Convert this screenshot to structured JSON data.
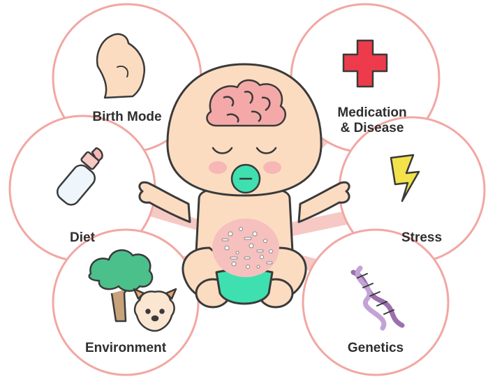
{
  "factors": {
    "birth_mode": "Birth Mode",
    "medication_line1": "Medication",
    "medication_line2": "& Disease",
    "diet": "Diet",
    "stress": "Stress",
    "environment": "Environment",
    "genetics": "Genetics"
  },
  "colors": {
    "ring": "#f2a7a3",
    "ray": "#f6c9c5",
    "skin": "#fbdcc0",
    "brain": "#f4a9a8",
    "diaper": "#3fe0b0",
    "cross": "#ee3b4b",
    "bolt": "#f3e24a",
    "tree": "#4cc08a"
  },
  "icons": [
    "pregnant-belly-icon",
    "medical-cross-icon",
    "baby-bottle-icon",
    "lightning-bolt-icon",
    "tree-icon",
    "puppy-icon",
    "dna-helix-icon"
  ]
}
